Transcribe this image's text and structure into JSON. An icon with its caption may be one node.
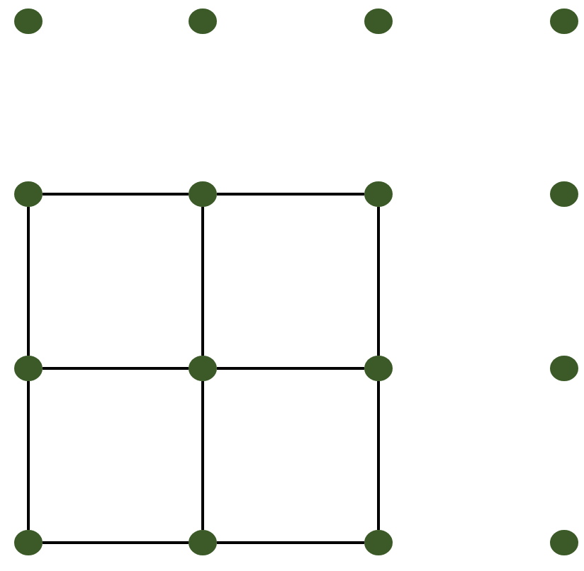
{
  "diagram": {
    "nodes": [
      {
        "text": [],
        "shape": "circle"
      },
      {
        "text": [],
        "shape": "circle"
      },
      {
        "text": [],
        "shape": "circle"
      },
      {
        "text": [],
        "shape": "circle"
      },
      {
        "text": [],
        "shape": "circle"
      },
      {
        "text": [],
        "shape": "circle"
      },
      {
        "text": [],
        "shape": "circle"
      },
      {
        "text": [],
        "shape": "circle"
      },
      {
        "text": [],
        "shape": "circle"
      },
      {
        "text": [],
        "shape": "circle"
      },
      {
        "text": [],
        "shape": "circle"
      },
      {
        "text": [],
        "shape": "circle"
      },
      {
        "text": [],
        "shape": "circle"
      },
      {
        "text": [],
        "shape": "circle"
      },
      {
        "text": [],
        "shape": "circle"
      },
      {
        "text": [],
        "shape": "circle"
      }
    ],
    "edges": [
      {
        "from": 4,
        "to": 5,
        "arrow": "none"
      },
      {
        "from": 5,
        "to": 6,
        "arrow": "none"
      },
      {
        "from": 8,
        "to": 9,
        "arrow": "none"
      },
      {
        "from": 9,
        "to": 10,
        "arrow": "none"
      },
      {
        "from": 12,
        "to": 13,
        "arrow": "none"
      },
      {
        "from": 13,
        "to": 14,
        "arrow": "none"
      },
      {
        "from": 4,
        "to": 8,
        "arrow": "none"
      },
      {
        "from": 8,
        "to": 12,
        "arrow": "none"
      },
      {
        "from": 5,
        "to": 9,
        "arrow": "none"
      },
      {
        "from": 9,
        "to": 13,
        "arrow": "none"
      },
      {
        "from": 6,
        "to": 10,
        "arrow": "none"
      },
      {
        "from": 10,
        "to": 14,
        "arrow": "none"
      }
    ]
  }
}
